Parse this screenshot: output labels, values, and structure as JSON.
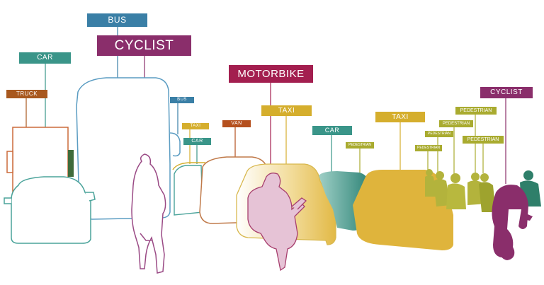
{
  "colors": {
    "truck": "#a8581e",
    "car": "#3a9589",
    "bus": "#3a7fa6",
    "cyclist": "#8a2e6b",
    "motorbike": "#a31e4f",
    "taxi": "#d5ae2d",
    "van": "#b5501e",
    "pedestrian": "#a9ab2f",
    "motorbike_fill": "#e6c3d6",
    "pedestrian_fill": "#b3b33c",
    "green_fill": "#2f7f6a",
    "taxi_fill": "#dfb43c"
  },
  "labels": {
    "bus_top": "BUS",
    "cyclist_large": "CYCLIST",
    "car_left": "CAR",
    "truck": "TRUCK",
    "motorbike": "MOTORBIKE",
    "bus_small": "BUS",
    "taxi_small": "TAXI",
    "car_small": "CAR",
    "van": "VAN",
    "taxi_mid": "TAXI",
    "car_mid": "CAR",
    "pedestrian_1": "PEDESTRIAN",
    "taxi_right": "TAXI",
    "pedestrian_2": "PEDESTRIAN",
    "pedestrian_3": "PEDESTRIAN",
    "pedestrian_4": "PEDESTRIAN",
    "pedestrian_5": "PEDESTRIAN",
    "pedestrian_6": "PEDESTRIAN",
    "cyclist_right": "CYCLIST"
  }
}
